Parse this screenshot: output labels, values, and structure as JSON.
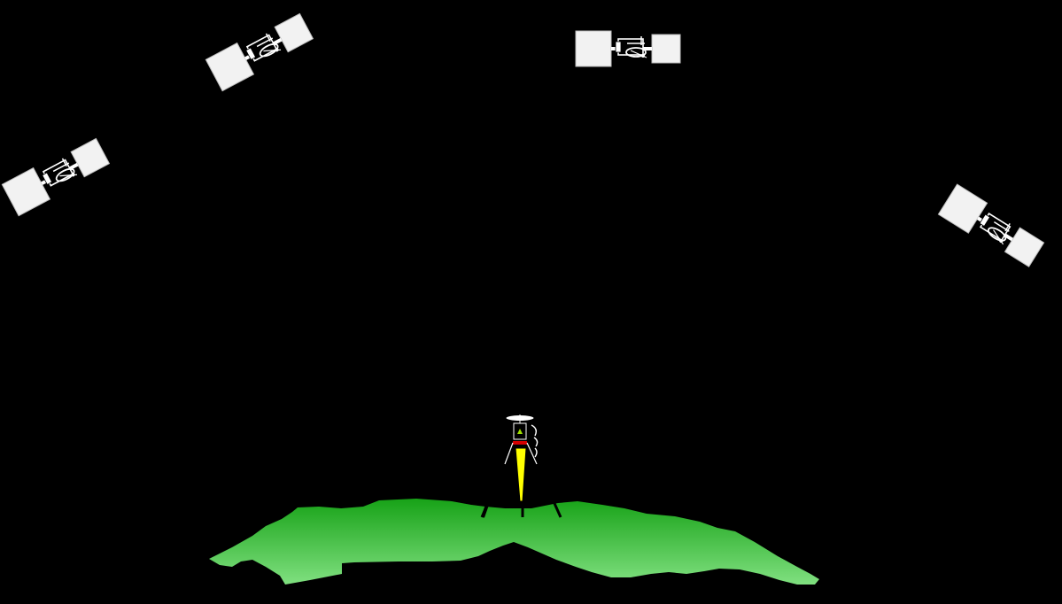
{
  "scene": {
    "background": "#000000",
    "satellite_count": 4,
    "satellites": [
      {
        "name": "satellite-1",
        "icon": "satellite-icon",
        "panel_color": "#ffffff"
      },
      {
        "name": "satellite-2",
        "icon": "satellite-icon",
        "panel_color": "#ffffff"
      },
      {
        "name": "satellite-3",
        "icon": "satellite-icon",
        "panel_color": "#ffffff"
      },
      {
        "name": "satellite-4",
        "icon": "satellite-icon",
        "panel_color": "#ffffff"
      }
    ],
    "receiver": {
      "icon": "gps-receiver-on-tripod-icon",
      "pole_color": "#ffff00",
      "marker_color": "#ff0000"
    },
    "terrain": {
      "icon": "green-terrain-icon",
      "color_top": "#1aa41a",
      "color_bottom": "#7ee07e"
    }
  }
}
